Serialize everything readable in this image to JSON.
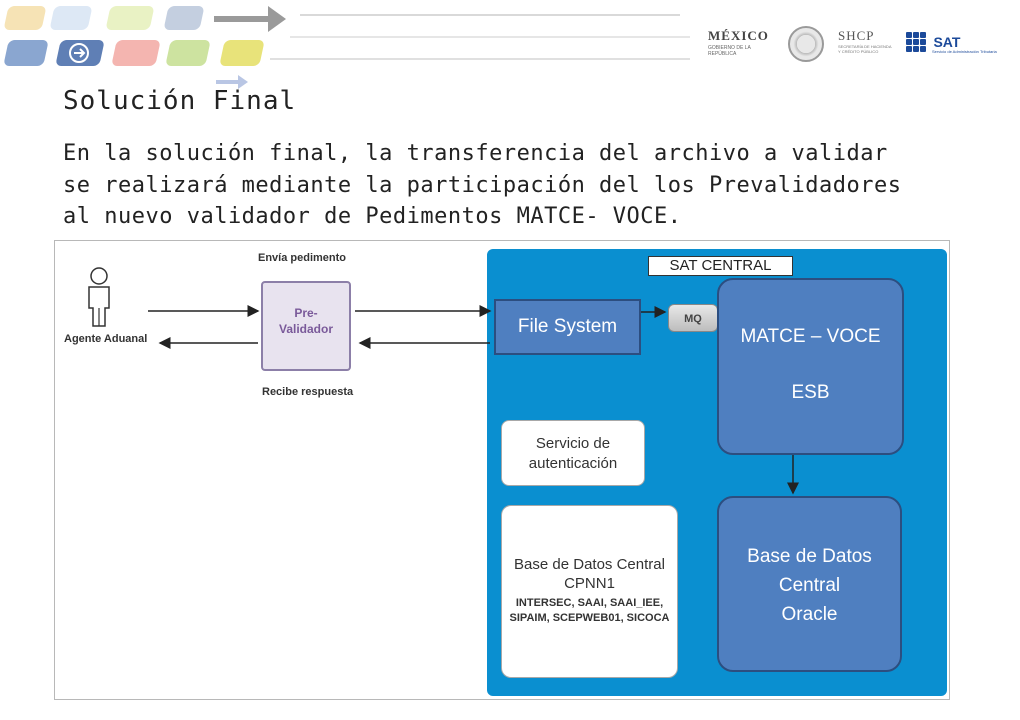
{
  "header": {
    "logos": {
      "mexico": {
        "name": "MÉXICO",
        "subtitle": "GOBIERNO DE LA REPÚBLICA"
      },
      "shcp": {
        "name": "SHCP",
        "subtitle_lines": [
          "SECRETARÍA DE HACIENDA",
          "Y CRÉDITO PÚBLICO"
        ]
      },
      "sat": {
        "name": "SAT",
        "subtitle": "Servicio de Administración Tributaria"
      }
    },
    "decor_colors": [
      "#f6e3b5",
      "#dde8f5",
      "#e9f2c4",
      "#c4cfe0",
      "#8aa6d0",
      "#5f7fb5",
      "#f4b5b0",
      "#cde3a0",
      "#e8e37a",
      "#9a9a9a"
    ]
  },
  "slide": {
    "title": "Solución Final",
    "body": "En la solución final, la transferencia del archivo a validar se realizará mediante la participación del los Prevalidadores al nuevo validador de Pedimentos MATCE- VOCE."
  },
  "diagram": {
    "actor": {
      "label": "Agente Aduanal"
    },
    "send_label": "Envía pedimento",
    "receive_label": "Recibe respuesta",
    "prevalidador": {
      "label_lines": [
        "Pre-",
        "Validador"
      ]
    },
    "sat_central": {
      "label": "SAT CENTRAL",
      "file_system": "File System",
      "mq": "MQ",
      "matce": {
        "line1": "MATCE – VOCE",
        "line2": "ESB"
      },
      "servicio": {
        "line1": "Servicio de",
        "line2": "autenticación"
      },
      "bd_central": {
        "line1": "Base de Datos Central",
        "line2": "CPNN1",
        "line3": "INTERSEC, SAAI, SAAI_IEE,",
        "line4": "SIPAIM, SCEPWEB01, SICOCA"
      },
      "oracle": {
        "line1": "Base de Datos",
        "line2": "Central",
        "line3": "Oracle"
      }
    },
    "colors": {
      "panel": "#0a8fd0",
      "box_fill": "#4f7fc0",
      "box_border": "#2c4e80",
      "prevalidador_fill": "#e8e3ef"
    }
  }
}
